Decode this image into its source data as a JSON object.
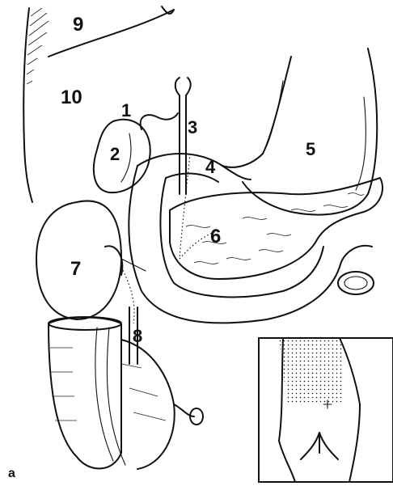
{
  "labels": {
    "l1": "1",
    "l2": "2",
    "l3": "3",
    "l4": "4",
    "l5": "5",
    "l6": "6",
    "l7": "7",
    "l8": "8",
    "l9": "9",
    "l10": "10",
    "panel": "a"
  },
  "colors": {
    "ink": "#111111",
    "background": "#ffffff"
  }
}
